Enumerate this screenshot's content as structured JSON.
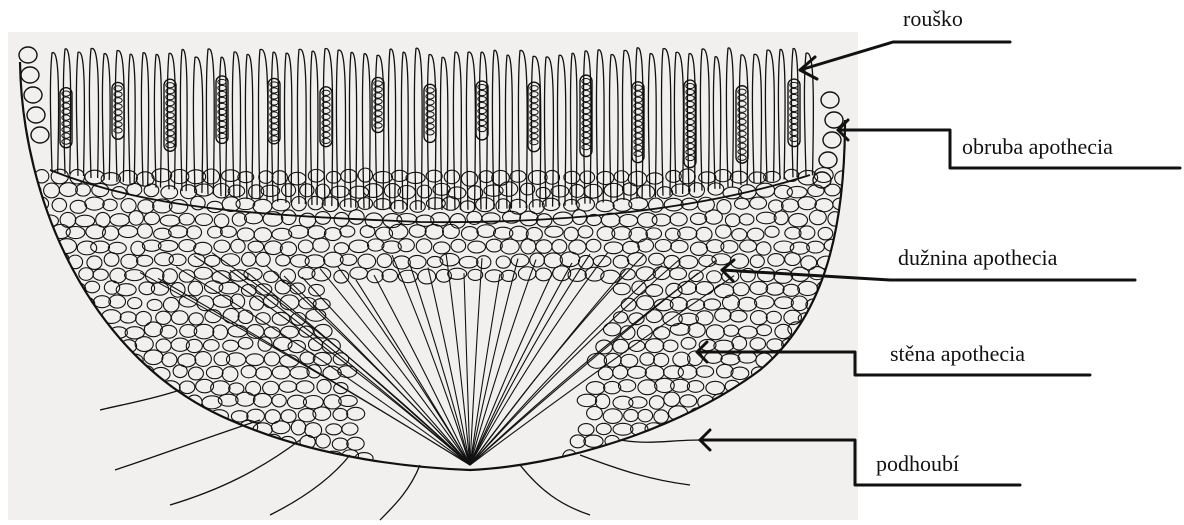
{
  "diagram": {
    "subject": "Apothecium cross-section",
    "colors": {
      "ink": "#111111",
      "paper": "#f1f0ee",
      "background": "#ffffff"
    },
    "labels": [
      {
        "id": "rousko",
        "text": "rouško"
      },
      {
        "id": "obruba",
        "text": "obruba apothecia"
      },
      {
        "id": "duznina",
        "text": "dužnina apothecia"
      },
      {
        "id": "stena",
        "text": "stěna apothecia"
      },
      {
        "id": "podhoubi",
        "text": "podhoubí"
      }
    ]
  }
}
